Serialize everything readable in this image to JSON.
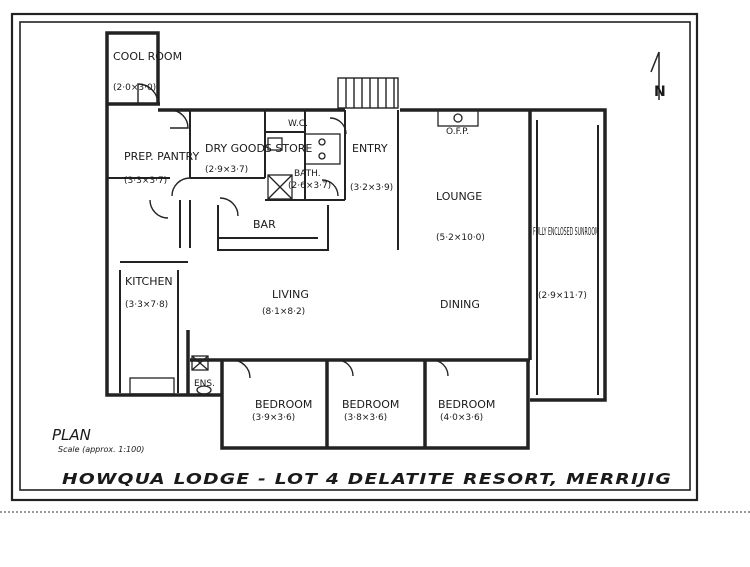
{
  "rooms": {
    "cool_room": {
      "name": "COOL ROOM",
      "dim": "(2·0×3·0)"
    },
    "prep_pantry": {
      "name": "PREP. PANTRY",
      "dim": "(3·3×3·7)"
    },
    "dry_goods": {
      "name": "DRY GOODS STORE",
      "dim": "(2·9×3·7)"
    },
    "wc": {
      "name": "W.C."
    },
    "bath": {
      "name": "BATH.",
      "dim": "(2·6×3·7)"
    },
    "entry": {
      "name": "ENTRY",
      "dim": "(3·2×3·9)"
    },
    "ofp": {
      "name": "O.F.P."
    },
    "lounge": {
      "name": "LOUNGE",
      "dim": "(5·2×10·0)"
    },
    "sunroom": {
      "name": "FULLY ENCLOSED SUNROOM",
      "dim": "(2·9×11·7)"
    },
    "bar": {
      "name": "BAR"
    },
    "kitchen": {
      "name": "KITCHEN",
      "dim": "(3·3×7·8)"
    },
    "living": {
      "name": "LIVING",
      "dim": "(8·1×8·2)"
    },
    "dining": {
      "name": "DINING"
    },
    "ens": {
      "name": "ENS."
    },
    "bedroom1": {
      "name": "BEDROOM",
      "dim": "(3·9×3·6)"
    },
    "bedroom2": {
      "name": "BEDROOM",
      "dim": "(3·8×3·6)"
    },
    "bedroom3": {
      "name": "BEDROOM",
      "dim": "(4·0×3·6)"
    }
  },
  "plan_label": "PLAN",
  "scale_note": "Scale (approx. 1:100)",
  "title": "HOWQUA LODGE - LOT 4   DELATITE RESORT, MERRIJIG",
  "north": "N"
}
